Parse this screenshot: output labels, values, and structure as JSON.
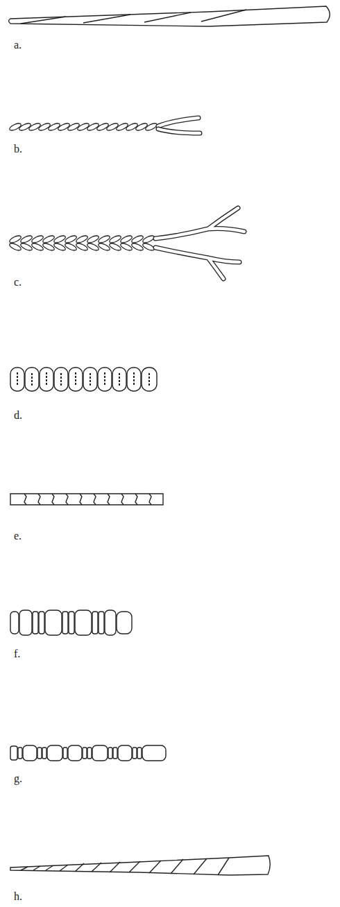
{
  "diagram": {
    "labels": [
      "a.",
      "b.",
      "c.",
      "d.",
      "e.",
      "f.",
      "g.",
      "h."
    ]
  }
}
